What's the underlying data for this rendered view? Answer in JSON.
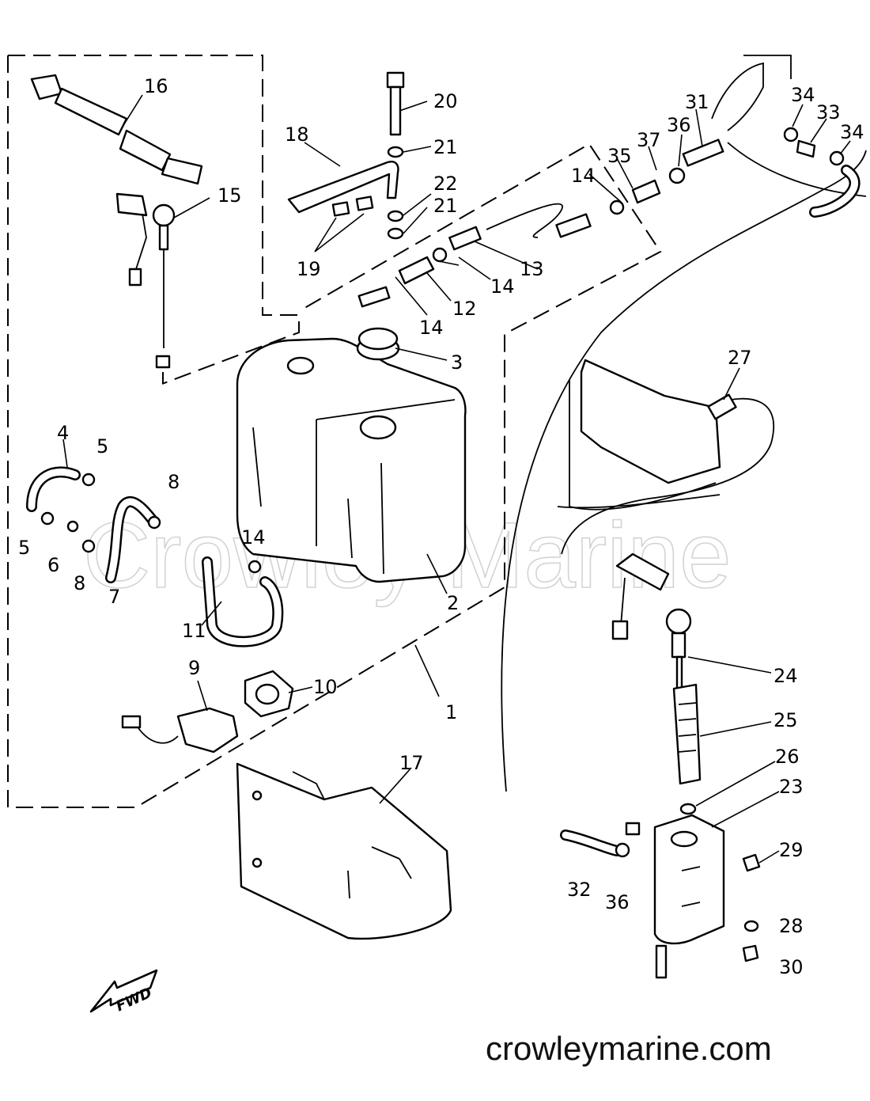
{
  "diagram": {
    "watermark": "Crowley Marine",
    "footer_url": "crowleymarine.com",
    "direction_arrow": "FWD"
  },
  "callouts": [
    {
      "id": "c1",
      "text": "1"
    },
    {
      "id": "c2",
      "text": "2"
    },
    {
      "id": "c3",
      "text": "3"
    },
    {
      "id": "c4",
      "text": "4"
    },
    {
      "id": "c5a",
      "text": "5"
    },
    {
      "id": "c5b",
      "text": "5"
    },
    {
      "id": "c6",
      "text": "6"
    },
    {
      "id": "c7",
      "text": "7"
    },
    {
      "id": "c8a",
      "text": "8"
    },
    {
      "id": "c8b",
      "text": "8"
    },
    {
      "id": "c9",
      "text": "9"
    },
    {
      "id": "c10",
      "text": "10"
    },
    {
      "id": "c11",
      "text": "11"
    },
    {
      "id": "c12",
      "text": "12"
    },
    {
      "id": "c13",
      "text": "13"
    },
    {
      "id": "c14a",
      "text": "14"
    },
    {
      "id": "c14b",
      "text": "14"
    },
    {
      "id": "c14c",
      "text": "14"
    },
    {
      "id": "c14d",
      "text": "14"
    },
    {
      "id": "c15",
      "text": "15"
    },
    {
      "id": "c16",
      "text": "16"
    },
    {
      "id": "c17",
      "text": "17"
    },
    {
      "id": "c18",
      "text": "18"
    },
    {
      "id": "c19",
      "text": "19"
    },
    {
      "id": "c20",
      "text": "20"
    },
    {
      "id": "c21a",
      "text": "21"
    },
    {
      "id": "c21b",
      "text": "21"
    },
    {
      "id": "c22",
      "text": "22"
    },
    {
      "id": "c23",
      "text": "23"
    },
    {
      "id": "c24",
      "text": "24"
    },
    {
      "id": "c25",
      "text": "25"
    },
    {
      "id": "c26",
      "text": "26"
    },
    {
      "id": "c27",
      "text": "27"
    },
    {
      "id": "c28",
      "text": "28"
    },
    {
      "id": "c29",
      "text": "29"
    },
    {
      "id": "c30",
      "text": "30"
    },
    {
      "id": "c31",
      "text": "31"
    },
    {
      "id": "c32",
      "text": "32"
    },
    {
      "id": "c33",
      "text": "33"
    },
    {
      "id": "c34a",
      "text": "34"
    },
    {
      "id": "c34b",
      "text": "34"
    },
    {
      "id": "c35",
      "text": "35"
    },
    {
      "id": "c36a",
      "text": "36"
    },
    {
      "id": "c36b",
      "text": "36"
    },
    {
      "id": "c37",
      "text": "37"
    }
  ]
}
